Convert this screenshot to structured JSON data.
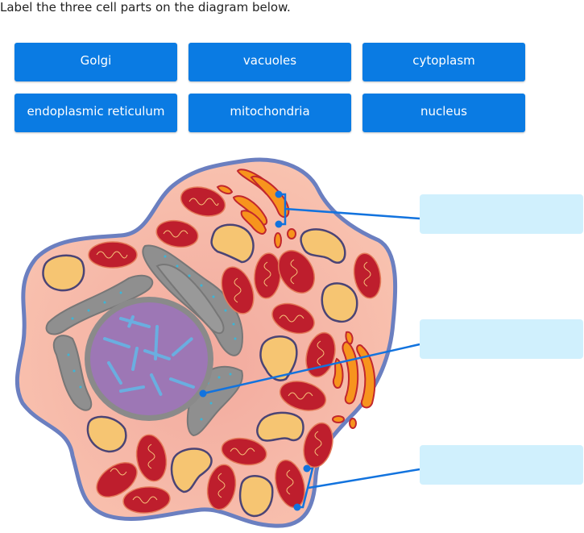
{
  "prompt": "Label the three cell parts on the diagram below.",
  "word_bank": [
    {
      "label": "Golgi"
    },
    {
      "label": "vacuoles"
    },
    {
      "label": "cytoplasm"
    },
    {
      "label": "endoplasmic reticulum"
    },
    {
      "label": "mitochondria"
    },
    {
      "label": "nucleus"
    }
  ],
  "drop_targets": [
    {
      "id": "target-1",
      "value": "",
      "points_to": "golgi apparatus (upper right)"
    },
    {
      "id": "target-2",
      "value": "",
      "points_to": "nucleus edge / endoplasmic reticulum"
    },
    {
      "id": "target-3",
      "value": "",
      "points_to": "mitochondria (lower right)"
    }
  ],
  "diagram": {
    "subject": "animal cell",
    "colors": {
      "membrane": "#6b7fc0",
      "cytoplasm": "#f8c0ae",
      "nucleus": "#9d77b5",
      "nuclear_envelope": "#8a8a8a",
      "er": "#8f8f8f",
      "ribosome": "#3ab6d8",
      "chromatin": "#6aaee0",
      "mitochondria": "#be1e2d",
      "cristae": "#f7c37a",
      "vacuole": "#f6c572",
      "vacuole_outline": "#4b4475",
      "golgi": "#f7941d",
      "golgi_outline": "#c1272d",
      "pointer": "#1273de"
    }
  }
}
